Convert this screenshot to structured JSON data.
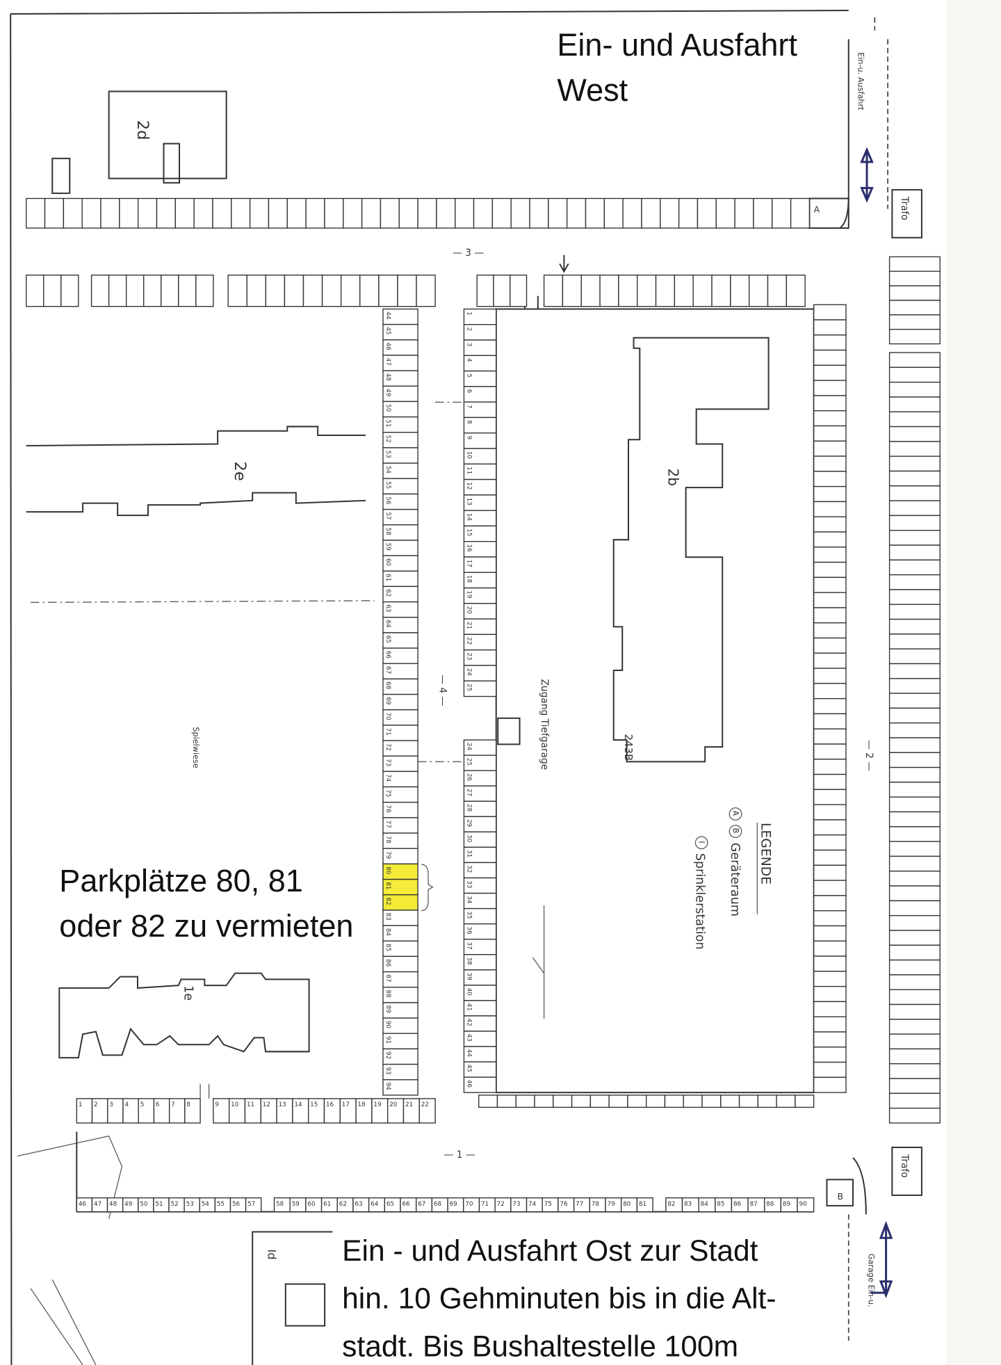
{
  "texts": {
    "entrance_west": [
      "Ein- und Ausfahrt",
      "West"
    ],
    "offer": [
      "Parkplätze 80, 81",
      "oder 82 zu vermieten"
    ],
    "entrance_east": [
      "Ein - und Ausfahrt Ost zur Stadt",
      "hin. 10 Gehminuten bis in die Alt-",
      "stadt. Bis  Bushaltestelle 100m"
    ]
  },
  "buildings": {
    "b2d": "2d",
    "b2e": "2e",
    "b2b": "2b",
    "b243b": "243B",
    "b1e": "1e",
    "b1d": "Id"
  },
  "legend": {
    "title": "LEGENDE",
    "sym_a": "A",
    "sym_b": "B",
    "sym_i": "I",
    "item1": "Geräteraum",
    "item2": "Sprinklerstation"
  },
  "misc": {
    "zugang": "Zugang Tiefgarage",
    "spielwiese": "Spielwiese",
    "trafo_top": "Trafo",
    "trafo_bottom": "Trafo",
    "aisle1": "— 1 —",
    "aisle2": "— 2 —",
    "aisle3": "— 3 —",
    "aisle4": "— 4 —",
    "corner_a": "A",
    "corner_b": "B",
    "road_west": "Ein-u. Ausfahrt",
    "road_east": "Garage Ein-u."
  },
  "highlight": {
    "spaces": [
      "80",
      "81",
      "82"
    ],
    "color": "#f5ec3a"
  },
  "stall_numbers": {
    "west_column": [
      "44",
      "45",
      "46",
      "47",
      "48",
      "49",
      "50",
      "51",
      "52",
      "53",
      "54",
      "55",
      "56",
      "57",
      "58",
      "59",
      "60",
      "61",
      "62",
      "63",
      "64",
      "65",
      "66",
      "67",
      "68",
      "69",
      "70",
      "71",
      "72",
      "73",
      "74",
      "75",
      "76",
      "77",
      "78",
      "79",
      "80",
      "81",
      "82",
      "83",
      "84",
      "85",
      "86",
      "87",
      "88",
      "89",
      "90",
      "91",
      "92",
      "93",
      "94"
    ],
    "center_upper": [
      "1",
      "2",
      "3",
      "4",
      "5",
      "6",
      "7",
      "8",
      "9",
      "10",
      "11",
      "12",
      "13",
      "14",
      "15",
      "16",
      "17",
      "18",
      "19",
      "20",
      "21",
      "22",
      "23",
      "24",
      "25"
    ],
    "center_lower": [
      "24",
      "25",
      "26",
      "27",
      "28",
      "29",
      "30",
      "31",
      "32",
      "33",
      "34",
      "35",
      "36",
      "37",
      "38",
      "39",
      "40",
      "41",
      "42",
      "43",
      "44",
      "45",
      "46"
    ],
    "south_row_a": [
      "1",
      "2",
      "3",
      "4",
      "5",
      "6",
      "7",
      "8"
    ],
    "south_row_b": [
      "9",
      "10",
      "11",
      "12",
      "13",
      "14",
      "15",
      "16",
      "17",
      "18",
      "19",
      "20",
      "21",
      "22"
    ],
    "south_row_c": [
      "46",
      "47",
      "48",
      "49",
      "50",
      "51",
      "52",
      "53",
      "54",
      "55",
      "56",
      "57"
    ],
    "south_row_d": [
      "58",
      "59",
      "60",
      "61",
      "62",
      "63",
      "64",
      "65",
      "66",
      "67",
      "68",
      "69",
      "70",
      "71",
      "72",
      "73",
      "74",
      "75",
      "76",
      "77",
      "78",
      "79",
      "80",
      "81"
    ],
    "south_row_e": [
      "82",
      "83",
      "84",
      "85",
      "86",
      "87",
      "88",
      "89",
      "90"
    ]
  }
}
